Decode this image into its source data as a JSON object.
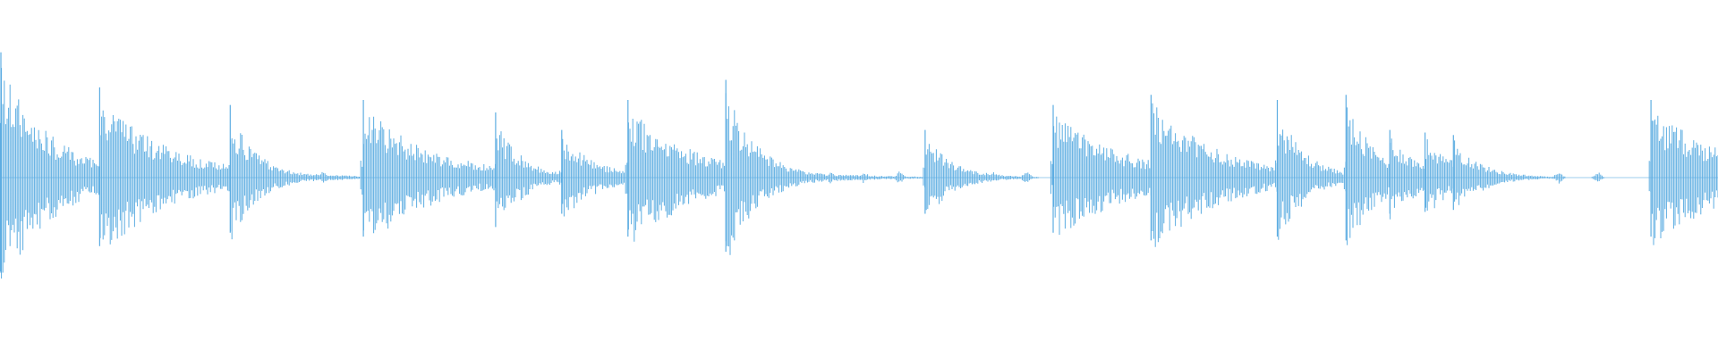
{
  "waveform": {
    "color": "#5dade2",
    "background": "#ffffff",
    "duration_fraction_scale": 1,
    "baseline_level": 0,
    "transients": [
      {
        "t": 0.0,
        "amp": 1.0,
        "decay": 0.03
      },
      {
        "t": 0.058,
        "amp": 0.72,
        "decay": 0.04
      },
      {
        "t": 0.134,
        "amp": 0.58,
        "decay": 0.016
      },
      {
        "t": 0.2115,
        "amp": 0.62,
        "decay": 0.042
      },
      {
        "t": 0.2885,
        "amp": 0.52,
        "decay": 0.015
      },
      {
        "t": 0.327,
        "amp": 0.38,
        "decay": 0.02
      },
      {
        "t": 0.3655,
        "amp": 0.62,
        "decay": 0.04
      },
      {
        "t": 0.4225,
        "amp": 0.78,
        "decay": 0.018
      },
      {
        "t": 0.5385,
        "amp": 0.38,
        "decay": 0.016
      },
      {
        "t": 0.613,
        "amp": 0.58,
        "decay": 0.042
      },
      {
        "t": 0.67,
        "amp": 0.66,
        "decay": 0.04
      },
      {
        "t": 0.7435,
        "amp": 0.62,
        "decay": 0.016
      },
      {
        "t": 0.7835,
        "amp": 0.66,
        "decay": 0.018
      },
      {
        "t": 0.809,
        "amp": 0.38,
        "decay": 0.018
      },
      {
        "t": 0.8295,
        "amp": 0.36,
        "decay": 0.018
      },
      {
        "t": 0.846,
        "amp": 0.34,
        "decay": 0.016
      },
      {
        "t": 0.961,
        "amp": 0.62,
        "decay": 0.045
      }
    ],
    "blips": [
      0.116,
      0.175,
      0.188,
      0.275,
      0.2885,
      0.3445,
      0.352,
      0.462,
      0.4835,
      0.503,
      0.5235,
      0.5785,
      0.5975,
      0.6165,
      0.7395,
      0.862,
      0.881,
      0.9075,
      0.93
    ]
  }
}
